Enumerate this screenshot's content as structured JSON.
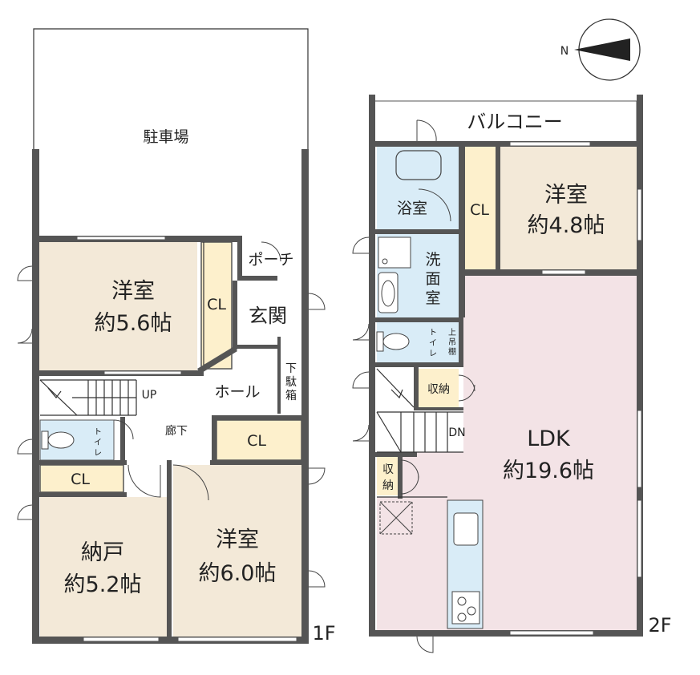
{
  "floor1": {
    "floor_label": "1F",
    "parking": "駐車場",
    "room_a_name": "洋室",
    "room_a_size": "約5.6帖",
    "cl_a": "CL",
    "porch": "ポーチ",
    "entrance": "玄関",
    "shoe_box": [
      "下",
      "駄",
      "箱"
    ],
    "hall": "ホール",
    "stairs_up": "UP",
    "corridor": "廊下",
    "toilet": [
      "ト",
      "イ",
      "レ"
    ],
    "cl_b": "CL",
    "cl_c": "CL",
    "storage_name": "納戸",
    "storage_size": "約5.2帖",
    "room_b_name": "洋室",
    "room_b_size": "約6.0帖"
  },
  "floor2": {
    "floor_label": "2F",
    "compass": "N",
    "balcony": "バルコニー",
    "bath": "浴室",
    "washroom": [
      "洗",
      "面",
      "室"
    ],
    "cl": "CL",
    "room_name": "洋室",
    "room_size": "約4.8帖",
    "toilet": [
      "ト",
      "イ",
      "レ"
    ],
    "shelf": [
      "上",
      "吊",
      "棚"
    ],
    "storage_a": "収納",
    "storage_b": [
      "収",
      "納"
    ],
    "stairs_down": "DN",
    "ldk_name": "LDK",
    "ldk_size": "約19.6帖"
  },
  "colors": {
    "wall": "#555555",
    "room": "#f3e9d8",
    "closet": "#fdf0cc",
    "wet": "#d9ecf7",
    "ldk": "#f3e3e6"
  }
}
